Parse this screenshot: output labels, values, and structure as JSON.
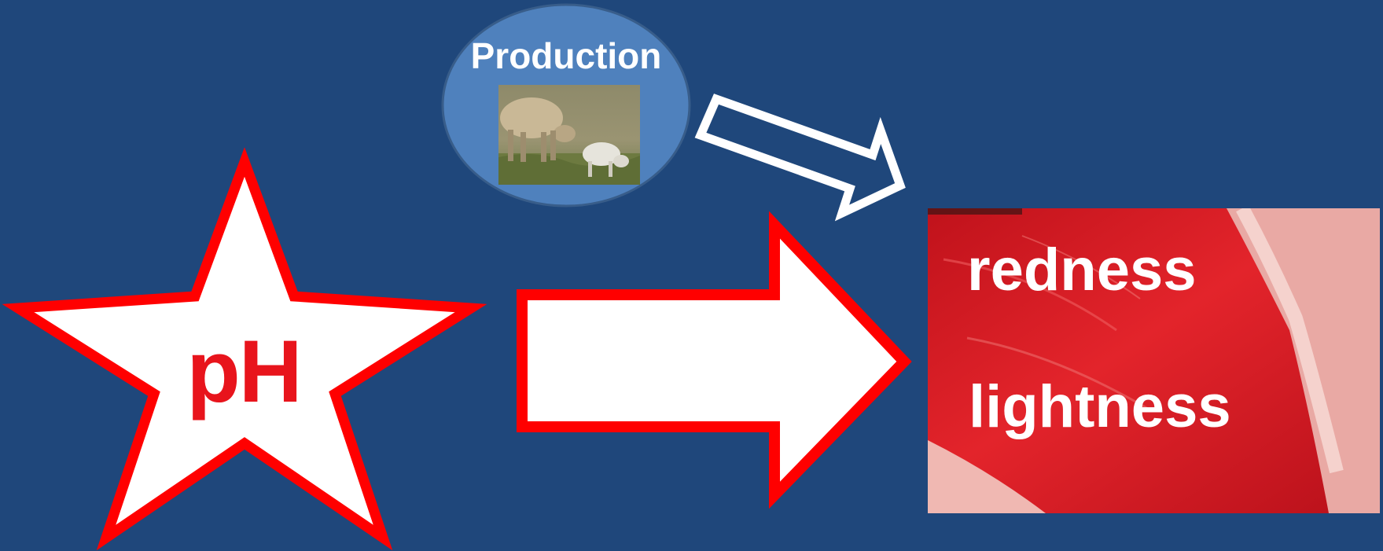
{
  "production": {
    "label": "Production",
    "image_icon": "sheep-and-lamb-grazing-photo"
  },
  "quality_factor": {
    "label": "pH",
    "icon": "star-icon"
  },
  "meat_attributes": {
    "image_icon": "raw-red-meat-photo",
    "redness_label": "redness",
    "lightness_label": "lightness"
  },
  "colors": {
    "background": "#1f477b",
    "accent_red": "#ff0000",
    "text_white": "#ffffff",
    "ellipse_fill": "#4f81bd"
  }
}
